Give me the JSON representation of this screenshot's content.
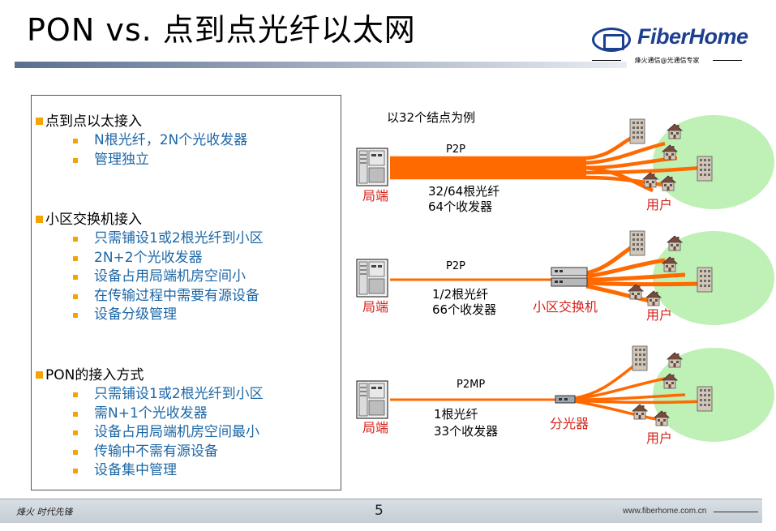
{
  "header": {
    "title": "PON vs. 点到点光纤以太网",
    "logo_text": "FiberHome",
    "logo_tagline": "烽火通信@光通信专家"
  },
  "sections": [
    {
      "heading": "点到点以太接入",
      "items": [
        "N根光纤，2N个光收发器",
        "管理独立"
      ]
    },
    {
      "heading": "小区交换机接入",
      "items": [
        "只需铺设1或2根光纤到小区",
        "2N+2个光收发器",
        "设备占用局端机房空间小",
        "在传输过程中需要有源设备",
        "设备分级管理"
      ]
    },
    {
      "heading": "PON的接入方式",
      "items": [
        "只需铺设1或2根光纤到小区",
        "需N+1个光收发器",
        "设备占用局端机房空间最小",
        "传输中不需有源设备",
        "设备集中管理"
      ]
    }
  ],
  "diagram": {
    "example_note": "以32个结点为例",
    "rows": [
      {
        "link_label": "P2P",
        "office_label": "局端",
        "spec_line1": "32/64根光纤",
        "spec_line2": "64个收发器",
        "users_label": "用户",
        "middle_label": ""
      },
      {
        "link_label": "P2P",
        "office_label": "局端",
        "spec_line1": "1/2根光纤",
        "spec_line2": "66个收发器",
        "users_label": "用户",
        "middle_label": "小区交换机"
      },
      {
        "link_label": "P2MP",
        "office_label": "局端",
        "spec_line1": "1根光纤",
        "spec_line2": "33个收发器",
        "users_label": "用户",
        "middle_label": "分光器"
      }
    ]
  },
  "footer": {
    "signature": "烽火 时代先锋",
    "page_number": "5",
    "url": "www.fiberhome.com.cn"
  },
  "colors": {
    "fiber": "#ff6a00",
    "bullet": "#f5a300",
    "sub_text": "#1d67a6",
    "red_label": "#d5221b",
    "cloud": "#bff0b6"
  }
}
